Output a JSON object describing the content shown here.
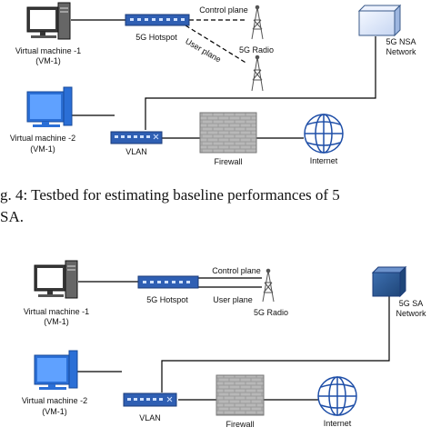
{
  "top": {
    "vm1_label": "Virtual machine -1",
    "vm1_sub": "(VM-1)",
    "hotspot_label": "5G Hotspot",
    "control_label": "Control plane",
    "user_label": "User plane",
    "radio_label": "5G Radio",
    "network_label_1": "5G NSA",
    "network_label_2": "Network",
    "vm2_label": "Virtual machine -2",
    "vm2_sub": "(VM-1)",
    "vlan_label": "VLAN",
    "firewall_label": "Firewall",
    "internet_label": "Internet"
  },
  "caption": {
    "line1": "g. 4: Testbed for estimating baseline performances of 5",
    "line2": "SA."
  },
  "bottom": {
    "vm1_label": "Virtual machine -1",
    "vm1_sub": "(VM-1)",
    "hotspot_label": "5G Hotspot",
    "control_label": "Control plane",
    "user_label": "User plane",
    "radio_label": "5G Radio",
    "network_label_1": "5G SA",
    "network_label_2": "Network",
    "vm2_label": "Virtual machine -2",
    "vm2_sub": "(VM-1)",
    "vlan_label": "VLAN",
    "firewall_label": "Firewall",
    "internet_label": "Internet"
  },
  "colors": {
    "device_blue": "#2f5fb3",
    "monitor_blue": "#2b6fd6",
    "firewall_gray": "#8c8c8c",
    "network_box_top": "#dbe6ff",
    "network_box_bottom": "#2f5f9e",
    "line": "#000000"
  }
}
